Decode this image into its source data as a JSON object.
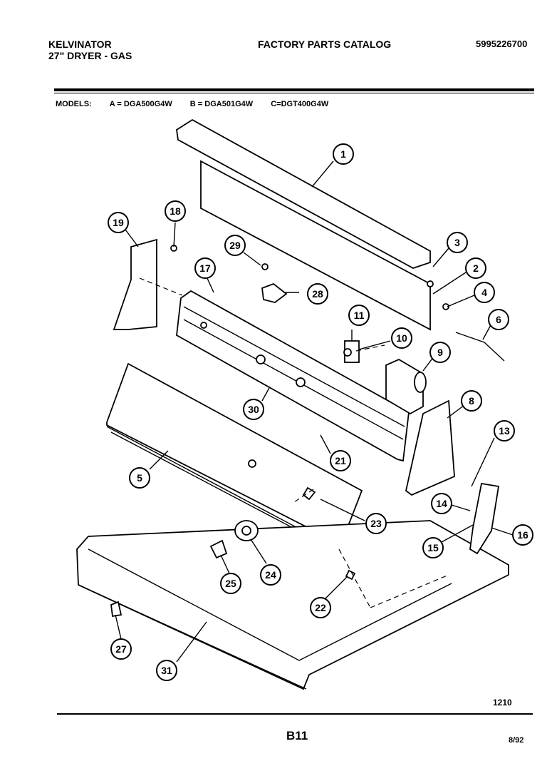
{
  "header": {
    "brand": "KELVINATOR",
    "product": "27\" DRYER - GAS",
    "catalog_title": "FACTORY PARTS CATALOG",
    "part_number": "5995226700"
  },
  "models": {
    "label": "MODELS:",
    "items": [
      "A = DGA500G4W",
      "B = DGA501G4W",
      "C=DGT400G4W"
    ]
  },
  "footer": {
    "diagram_number": "1210",
    "page": "B11",
    "date": "8/92"
  },
  "callouts": [
    "1",
    "2",
    "3",
    "4",
    "5",
    "6",
    "8",
    "9",
    "10",
    "11",
    "13",
    "14",
    "15",
    "16",
    "17",
    "18",
    "19",
    "21",
    "22",
    "23",
    "24",
    "25",
    "27",
    "28",
    "29",
    "30",
    "31"
  ]
}
